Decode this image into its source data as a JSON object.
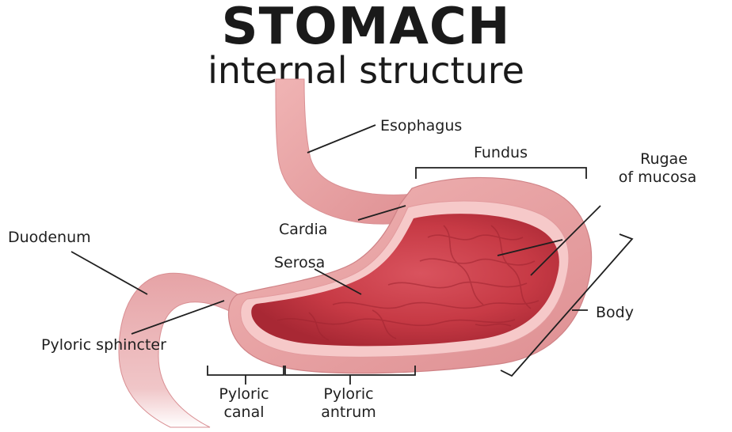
{
  "title": "STOMACH",
  "subtitle": "internal structure",
  "labels": {
    "esophagus": "Esophagus",
    "fundus": "Fundus",
    "rugae_line1": "Rugae",
    "rugae_line2": "of mucosa",
    "cardia": "Cardia",
    "duodenum": "Duodenum",
    "serosa": "Serosa",
    "body": "Body",
    "pyloric_sphincter": "Pyloric sphincter",
    "pyloric_canal_line1": "Pyloric",
    "pyloric_canal_line2": "canal",
    "pyloric_antrum_line1": "Pyloric",
    "pyloric_antrum_line2": "antrum"
  },
  "colors": {
    "outer_wall": "#e8a3a3",
    "inner_wall": "#f5c4c4",
    "mucosa": "#c73a45",
    "mucosa_dark": "#a82834",
    "text": "#1a1a1a"
  }
}
